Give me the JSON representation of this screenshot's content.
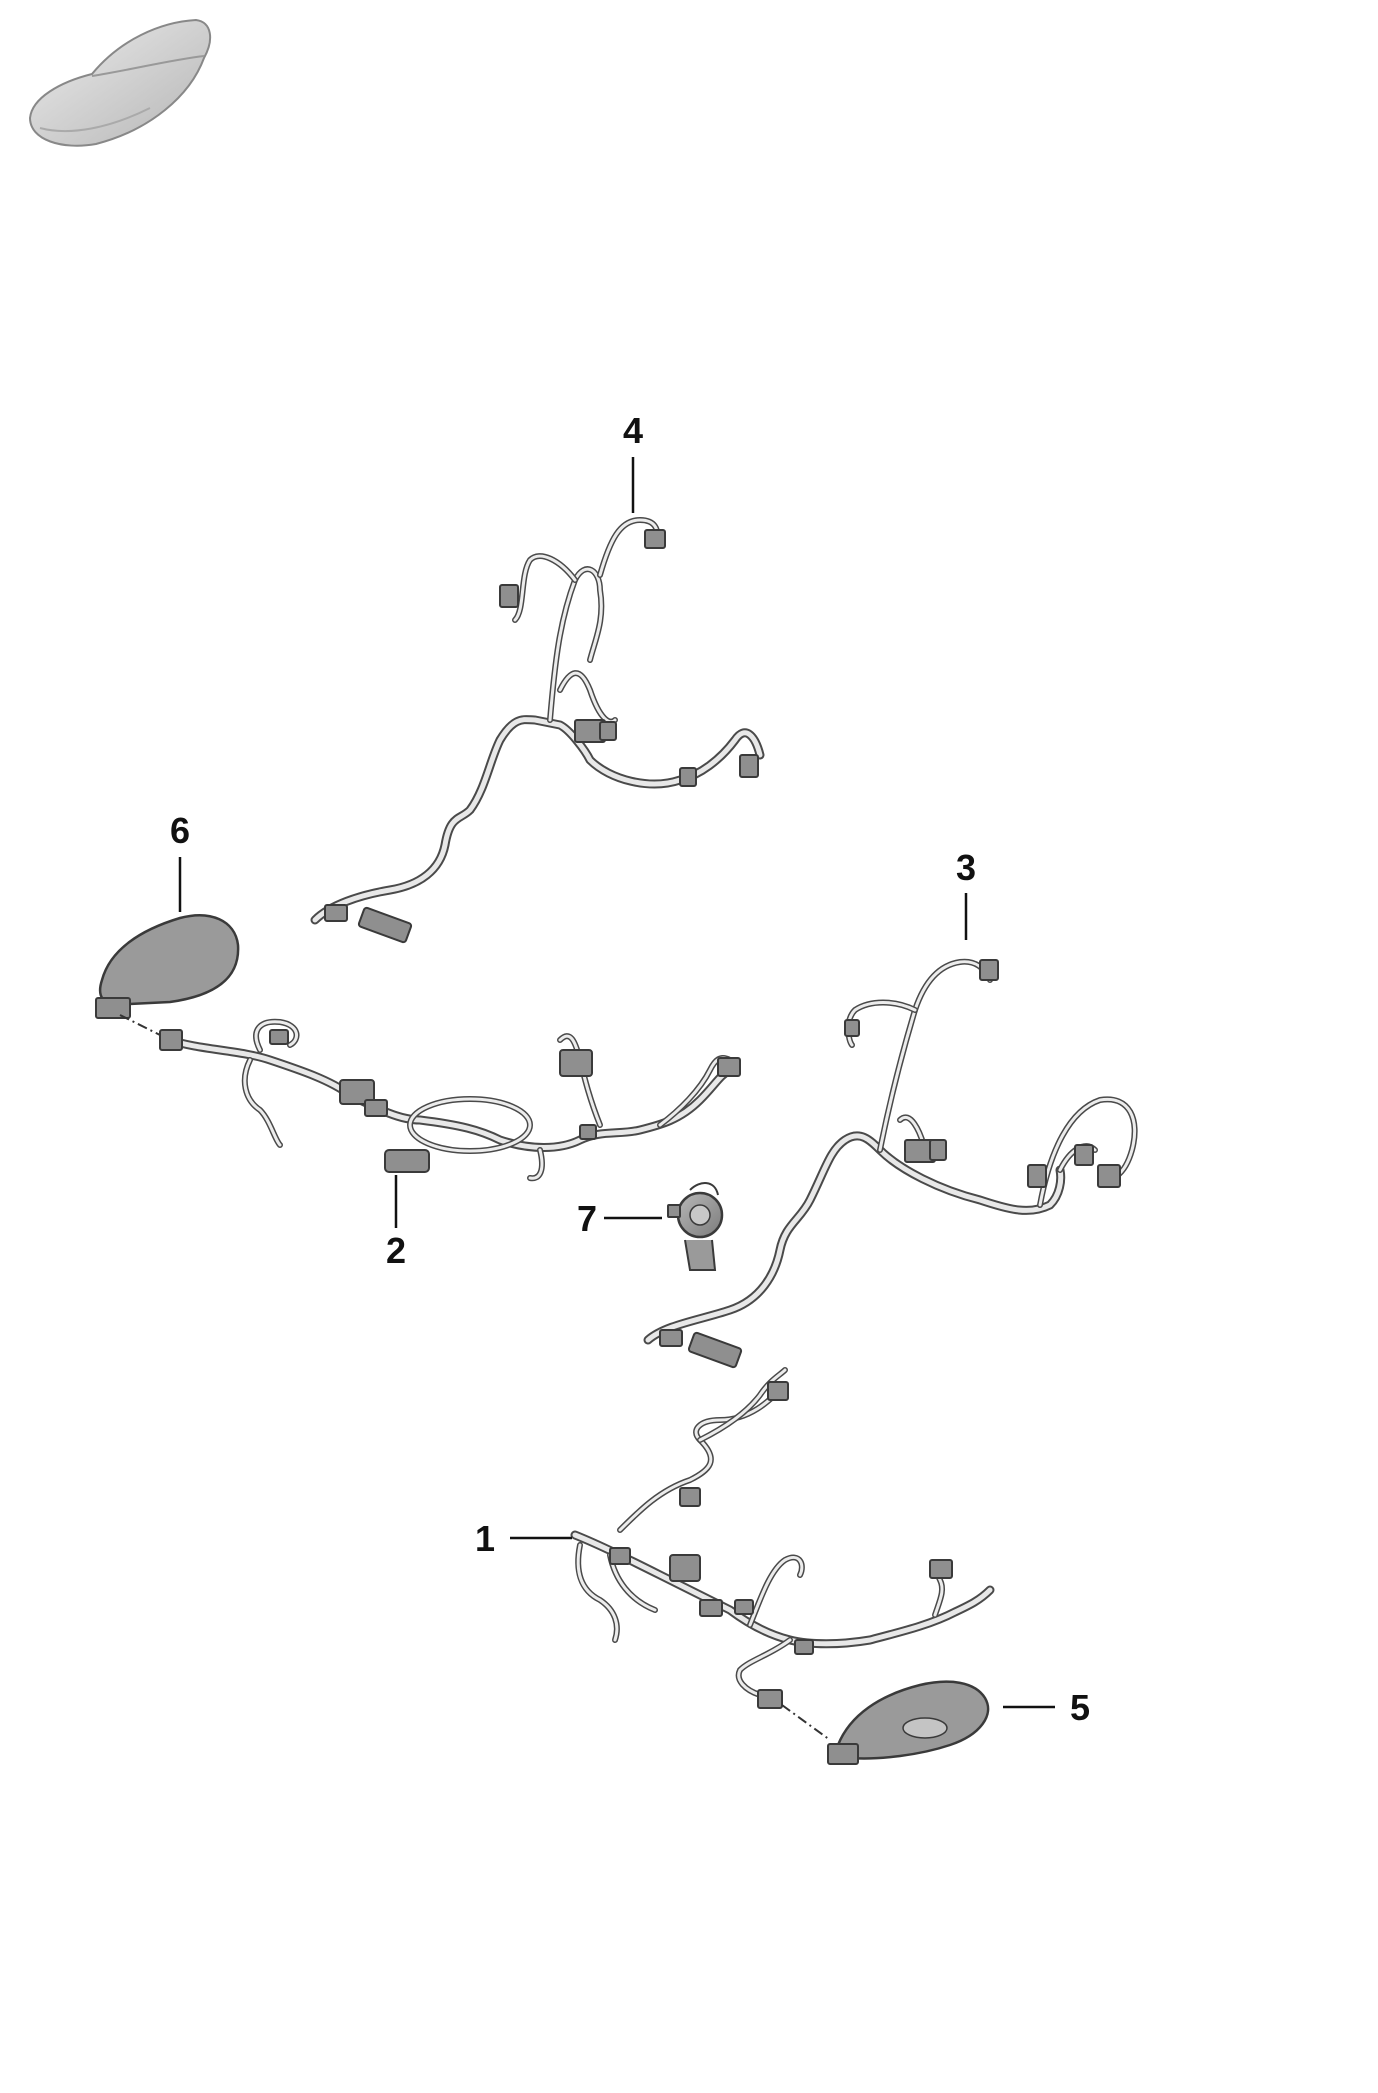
{
  "vehicle_icon": "car-silhouette-icon",
  "callouts": [
    {
      "id": "1",
      "label": "1"
    },
    {
      "id": "2",
      "label": "2"
    },
    {
      "id": "3",
      "label": "3"
    },
    {
      "id": "4",
      "label": "4"
    },
    {
      "id": "5",
      "label": "5"
    },
    {
      "id": "6",
      "label": "6"
    },
    {
      "id": "7",
      "label": "7"
    }
  ],
  "colors": {
    "part": "#9a9a9a",
    "outline": "#3a3a3a",
    "background": "#ffffff"
  }
}
